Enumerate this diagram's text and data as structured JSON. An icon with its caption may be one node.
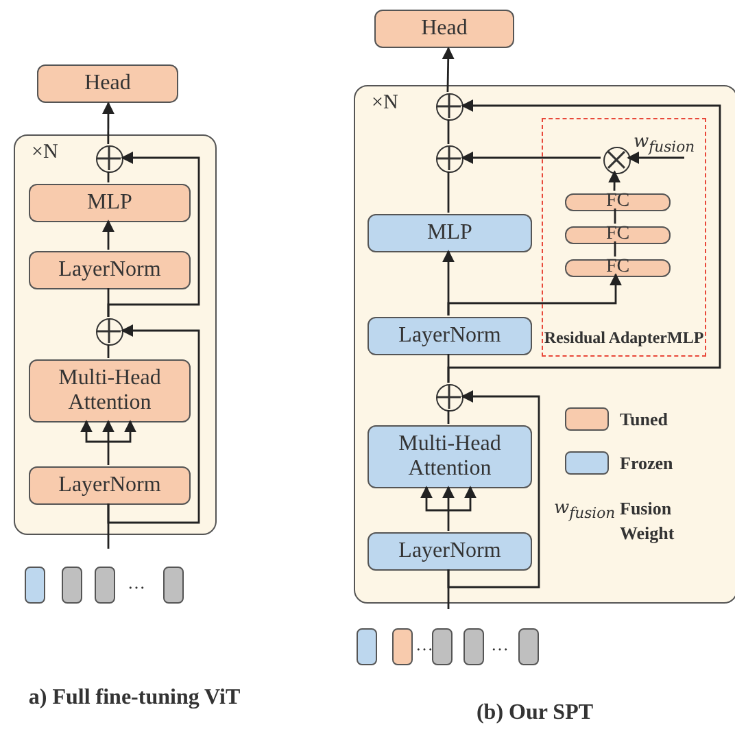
{
  "diagram": {
    "nodes": [
      {
        "text": [
          "Head"
        ]
      },
      {
        "text": [
          "×N"
        ]
      },
      {
        "text": [],
        "shape": "circle",
        "in": 1
      },
      {
        "text": [
          "MLP"
        ],
        "in": 1
      },
      {
        "text": [
          "LayerNorm"
        ],
        "in": 1
      },
      {
        "text": [],
        "shape": "circle",
        "in": 1
      },
      {
        "text": [
          "Multi-Head Attention"
        ],
        "in": 1
      },
      {
        "text": [
          "LayerNorm"
        ],
        "in": 1
      },
      {
        "text": [],
        "shape": "box"
      },
      {
        "text": [],
        "shape": "box"
      },
      {
        "text": [],
        "shape": "box"
      },
      {
        "text": [],
        "shape": "box"
      },
      {
        "text": [
          "Head"
        ]
      },
      {
        "text": [
          "×N"
        ]
      },
      {
        "text": [],
        "shape": "circle",
        "in": 13
      },
      {
        "text": [],
        "shape": "circle",
        "in": 13
      },
      {
        "text": [
          "Residual AdapterMLP"
        ],
        "in": 13
      },
      {
        "text": [],
        "shape": "circle",
        "in": 16,
        "beside": [
          "w$_{fusion}$"
        ]
      },
      {
        "text": [
          "FC"
        ],
        "in": 16
      },
      {
        "text": [
          "FC"
        ],
        "in": 16
      },
      {
        "text": [
          "FC"
        ],
        "in": 16
      },
      {
        "text": [
          "MLP"
        ],
        "in": 13
      },
      {
        "text": [
          "LayerNorm"
        ],
        "in": 13
      },
      {
        "text": [],
        "shape": "circle",
        "in": 13
      },
      {
        "text": [
          "Multi-Head Attention"
        ],
        "in": 13
      },
      {
        "text": [
          "LayerNorm"
        ],
        "in": 13
      },
      {
        "text": [],
        "shape": "box"
      },
      {
        "text": [],
        "shape": "box"
      },
      {
        "text": [],
        "shape": "box"
      },
      {
        "text": [],
        "shape": "box"
      },
      {
        "text": [],
        "shape": "box"
      }
    ],
    "edges": [
      {
        "from": 2,
        "to": 0,
        "arrow": "to"
      },
      {
        "from": 3,
        "to": 2,
        "arrow": "none"
      },
      {
        "from": 4,
        "to": 3,
        "arrow": "to"
      },
      {
        "from": 5,
        "to": 4,
        "arrow": "none"
      },
      {
        "from": 5,
        "to": 2,
        "arrow": "to"
      },
      {
        "from": 6,
        "to": 5,
        "arrow": "none"
      },
      {
        "from": 7,
        "to": 6,
        "arrow": "to"
      },
      {
        "from": null,
        "to": 7,
        "arrow": "none"
      },
      {
        "from": 7,
        "to": 5,
        "arrow": "to"
      },
      {
        "from": 14,
        "to": 12,
        "arrow": "to"
      },
      {
        "from": 15,
        "to": 14,
        "arrow": "none"
      },
      {
        "from": 21,
        "to": 15,
        "arrow": "none"
      },
      {
        "from": 17,
        "to": 15,
        "arrow": "to"
      },
      {
        "from": null,
        "to": 17,
        "arrow": "to"
      },
      {
        "from": 18,
        "to": 17,
        "arrow": "to"
      },
      {
        "from": 19,
        "to": 18,
        "arrow": "none"
      },
      {
        "from": 20,
        "to": 19,
        "arrow": "none"
      },
      {
        "from": 22,
        "to": 20,
        "arrow": "to"
      },
      {
        "from": 22,
        "to": 21,
        "arrow": "to"
      },
      {
        "from": 23,
        "to": 22,
        "arrow": "none"
      },
      {
        "from": 23,
        "to": 14,
        "arrow": "to"
      },
      {
        "from": 24,
        "to": 23,
        "arrow": "none"
      },
      {
        "from": 25,
        "to": 24,
        "arrow": "to"
      },
      {
        "from": null,
        "to": 25,
        "arrow": "none"
      },
      {
        "from": 25,
        "to": 23,
        "arrow": "to"
      }
    ],
    "labels": [
      "…",
      "…",
      "…",
      "w$_{fusion}$",
      "a) Full fine-tuning ViT",
      "(b) Our SPT"
    ],
    "legend": [
      {
        "text": "Tuned",
        "color": "#f8cbad"
      },
      {
        "text": "Frozen",
        "color": "#bdd7ee"
      },
      {
        "text": "Fusion Weight"
      }
    ]
  }
}
